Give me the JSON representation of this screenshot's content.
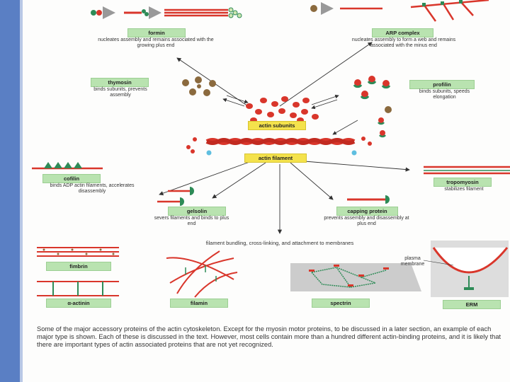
{
  "proteins": {
    "formin": {
      "label": "formin",
      "desc": "nucleates assembly and remains associated with the growing plus end"
    },
    "arp": {
      "label": "ARP complex",
      "desc": "nucleates assembly to form a web and remains associated with the minus end"
    },
    "thymosin": {
      "label": "thymosin",
      "desc": "binds subunits, prevents assembly"
    },
    "profilin": {
      "label": "profilin",
      "desc": "binds subunits, speeds elongation"
    },
    "subunits": {
      "label": "actin subunits"
    },
    "filament": {
      "label": "actin filament"
    },
    "cofilin": {
      "label": "cofilin",
      "desc": "binds ADP actin filaments, accelerates disassembly"
    },
    "tropomyosin": {
      "label": "tropomyosin",
      "desc": "stabilizes filament"
    },
    "gelsolin": {
      "label": "gelsolin",
      "desc": "severs filaments and binds to plus end"
    },
    "capping": {
      "label": "capping protein",
      "desc": "prevents assembly and disassembly at plus end"
    },
    "bundling": {
      "desc": "filament bundling, cross-linking, and attachment to membranes"
    },
    "fimbrin": {
      "label": "fimbrin"
    },
    "actinin": {
      "label": "α-actinin"
    },
    "filamin": {
      "label": "filamin"
    },
    "spectrin": {
      "label": "spectrin"
    },
    "plasma": {
      "label": "plasma membrane"
    },
    "erm": {
      "label": "ERM"
    }
  },
  "caption": "Some of the major accessory proteins of the actin cytoskeleton. Except for the myosin motor proteins, to be discussed in a later section, an example of each major type is shown. Each of these is discussed in the text. However, most cells contain more than a hundred different actin-binding proteins, and it is likely that there are important types of actin associated proteins that are not yet recognized.",
  "colors": {
    "actin": "#d9362b",
    "binding_green": "#2e8b57",
    "thymosin_brown": "#8b6a3e",
    "label_green": "#b9e3b0",
    "label_yellow": "#f4e24c",
    "side_band": "#5a7fc4"
  }
}
